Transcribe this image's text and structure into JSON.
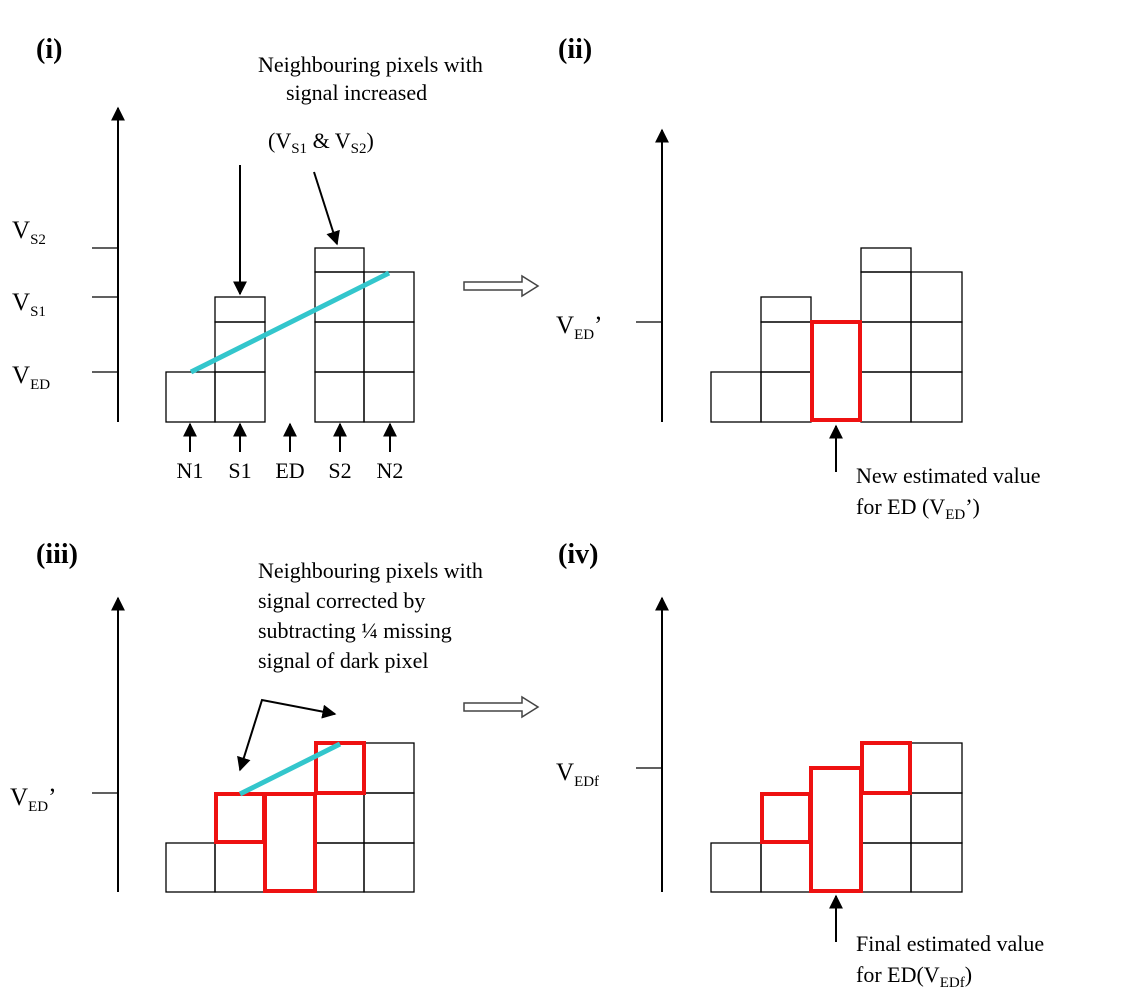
{
  "panels": {
    "i": {
      "label": "(i)",
      "annotation": [
        "Neighbouring pixels with",
        "signal increased"
      ],
      "annotation_paren": {
        "open": "(V",
        "s1": "S1",
        "amp": " & V",
        "s2": "S2",
        "close": ")"
      },
      "y_labels": {
        "vs2": {
          "main": "V",
          "sub": "S2"
        },
        "vs1": {
          "main": "V",
          "sub": "S1"
        },
        "ved": {
          "main": "V",
          "sub": "ED"
        }
      },
      "x_labels": [
        "N1",
        "S1",
        "ED",
        "S2",
        "N2"
      ]
    },
    "ii": {
      "label": "(ii)",
      "y_label": {
        "main": "V",
        "sub": "ED",
        "prime": "’"
      },
      "caption": {
        "line1": "New estimated value",
        "line2_pre": "for ED (V",
        "line2_sub": "ED",
        "line2_post": "’)"
      }
    },
    "iii": {
      "label": "(iii)",
      "annotation": [
        "Neighbouring pixels with",
        "signal corrected by",
        "subtracting ¼ missing",
        "signal of dark pixel"
      ],
      "y_label": {
        "main": "V",
        "sub": "ED",
        "prime": "’"
      }
    },
    "iv": {
      "label": "(iv)",
      "y_label": {
        "main": "V",
        "sub": "EDf"
      },
      "caption": {
        "line1": "Final estimated value",
        "line2_pre": "for ED(V",
        "line2_sub": "EDf",
        "line2_post": ")"
      }
    }
  },
  "colors": {
    "highlight_red": "#ee1111",
    "interpolation_cyan": "#33c6cc"
  },
  "icons": {
    "transition_arrow": "hollow-right-arrow"
  }
}
